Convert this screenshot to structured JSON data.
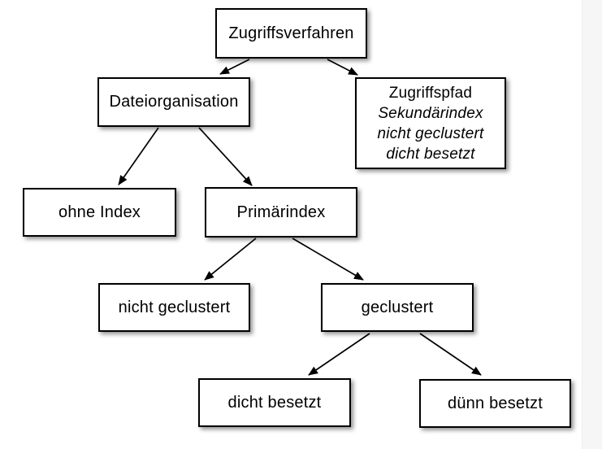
{
  "diagram": {
    "nodes": {
      "root": {
        "label": "Zugriffsverfahren"
      },
      "dateiorganisation": {
        "label": "Dateiorganisation"
      },
      "zugriffspfad": {
        "line1": "Zugriffspfad",
        "line2": "Sekundärindex",
        "line3": "nicht geclustert",
        "line4": "dicht besetzt"
      },
      "ohne_index": {
        "label": "ohne Index"
      },
      "primaerindex": {
        "label": "Primärindex"
      },
      "nicht_geclustert": {
        "label": "nicht geclustert"
      },
      "geclustert": {
        "label": "geclustert"
      },
      "dicht_besetzt": {
        "label": "dicht besetzt"
      },
      "duenn_besetzt": {
        "label": "dünn besetzt"
      }
    },
    "edges": [
      {
        "from": "root",
        "to": "dateiorganisation"
      },
      {
        "from": "root",
        "to": "zugriffspfad"
      },
      {
        "from": "dateiorganisation",
        "to": "ohne_index"
      },
      {
        "from": "dateiorganisation",
        "to": "primaerindex"
      },
      {
        "from": "primaerindex",
        "to": "nicht_geclustert"
      },
      {
        "from": "primaerindex",
        "to": "geclustert"
      },
      {
        "from": "geclustert",
        "to": "dicht_besetzt"
      },
      {
        "from": "geclustert",
        "to": "duenn_besetzt"
      }
    ],
    "colors": {
      "box_border": "#000000",
      "box_background": "#ffffff",
      "text": "#000000",
      "arrow": "#000000",
      "page_background": "#ffffff",
      "right_edge_band": "#f6f6f6"
    }
  }
}
